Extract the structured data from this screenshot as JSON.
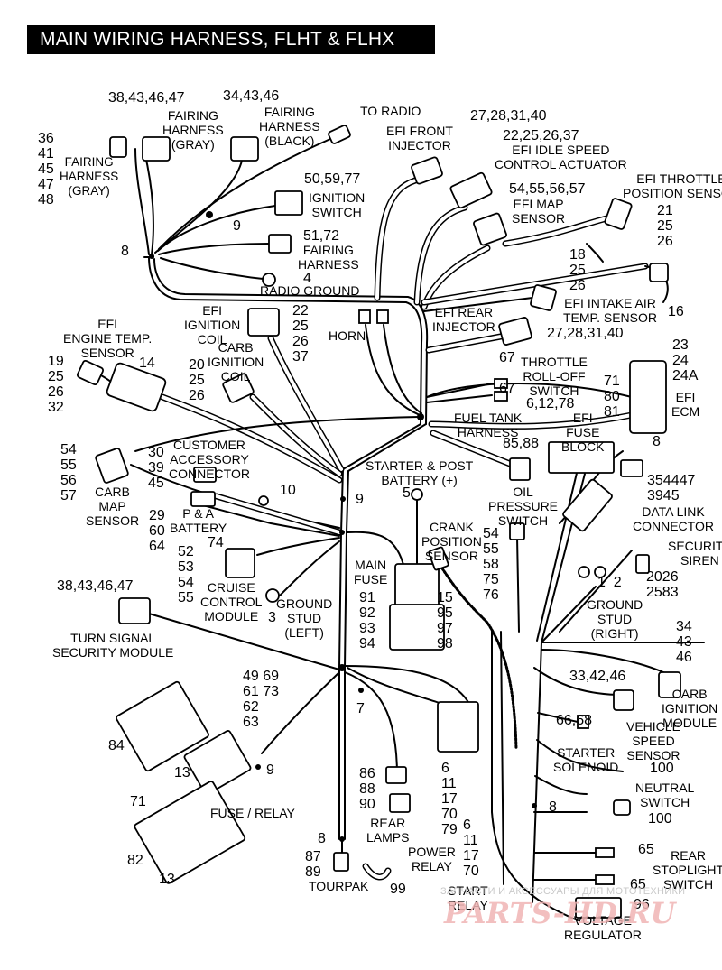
{
  "title": "MAIN WIRING HARNESS, FLHT & FLHX",
  "labels": {
    "fairing_gray_left": "FAIRING\nHARNESS\n(GRAY)",
    "fairing_gray_left_nums": "36\n41\n45\n47\n48",
    "fairing_gray_top_nums": "38,43,46,47",
    "fairing_gray_top": "FAIRING\nHARNESS\n(GRAY)",
    "fairing_black_nums": "34,43,46",
    "fairing_black": "FAIRING\nHARNESS\n(BLACK)",
    "to_radio": "TO RADIO",
    "ignition_switch_nums": "50,59,77",
    "ignition_switch": "IGNITION\nSWITCH",
    "fairing_harness_nums": "51,72",
    "fairing_harness": "FAIRING\nHARNESS",
    "radio_ground_num": "4",
    "radio_ground": "RADIO GROUND",
    "efi_front_nums": "27,28,31,40",
    "efi_front": "EFI FRONT\nINJECTOR",
    "idle_nums": "22,25,26,37",
    "idle": "EFI IDLE SPEED\nCONTROL ACTUATOR",
    "map_nums": "54,55,56,57",
    "map": "EFI MAP\nSENSOR",
    "throttle_pos": "EFI THROTTLE\nPOSITION SENSOR",
    "throttle_pos_nums": "21\n25\n26",
    "intake_nums": "18\n25\n26",
    "intake": "EFI INTAKE AIR\nTEMP. SENSOR",
    "intake_16": "16",
    "rear_injector": "EFI REAR\nINJECTOR",
    "rear_injector_nums": "27,28,31,40",
    "horn": "HORN",
    "ign_coil": "EFI\nIGNITION\nCOIL",
    "ign_coil_nums": "22\n25\n26\n37",
    "carb_coil": "CARB\nIGNITION\nCOIL",
    "carb_coil_nums": "20\n25\n26",
    "engine_temp": "EFI\nENGINE TEMP.\nSENSOR",
    "engine_temp_nums": "19\n25\n26\n32",
    "engine_temp_14": "14",
    "ecm_nums": "23\n24\n24A",
    "ecm": "EFI\nECM",
    "ecm_side_nums": "71\n80\n81",
    "ecm_8": "8",
    "throttle_roll_nums": "67\n\n67",
    "throttle_roll": "THROTTLE\nROLL-OFF\nSWITCH",
    "fuel_block_nums": "6,12,78",
    "fuel_block": "EFI\nFUSE\nBLOCK",
    "fuel_tank": "FUEL TANK\nHARNESS",
    "fuel_tank_nums": "85,88",
    "customer_acc_nums": "30\n39\n45",
    "customer_acc": "CUSTOMER\nACCESSORY\nCONNECTOR",
    "carb_map_nums": "54\n55\n56\n57",
    "carb_map": "CARB\nMAP\nSENSOR",
    "num_10": "10",
    "num_9a": "9",
    "starter_post": "STARTER & POST\nBATTERY (+)",
    "starter_5": "5",
    "pa_nums": "29\n60\n64",
    "pa": "P & A\nBATTERY",
    "cruise_74": "74",
    "cruise_nums": "52\n53\n54\n55",
    "cruise": "CRUISE\nCONTROL\nMODULE",
    "ground_left_3": "3",
    "ground_left": "GROUND\nSTUD\n(LEFT)",
    "main_fuse": "MAIN\nFUSE",
    "main_fuse_nums": "91\n92\n93\n94",
    "crank": "CRANK\nPOSITION\nSENSOR",
    "crank_nums": "15\n95\n97\n98",
    "oil": "OIL\nPRESSURE\nSWITCH",
    "oil_nums": "54\n55\n58\n75\n76",
    "data_link_nums": "354447\n3945",
    "data_link": "DATA LINK\nCONNECTOR",
    "siren": "SECURITY\nSIREN",
    "siren_nums": "2026\n2583",
    "ground_right_nums": "1  2",
    "ground_right": "GROUND\nSTUD\n(RIGHT)",
    "turn_nums": "38,43,46,47",
    "turn": "TURN SIGNAL\nSECURITY MODULE",
    "fuse_relay_nums1": "49 69\n61 73\n62\n63",
    "fuse_relay_84": "84",
    "fuse_relay_13a": "13",
    "fuse_relay_9": "9",
    "fuse_relay": "FUSE / RELAY",
    "fuse_relay_71": "71",
    "fuse_relay_82": "82",
    "fuse_relay_13b": "13",
    "num_7": "7",
    "rear_lamps_nums": "86\n88\n90",
    "rear_lamps": "REAR\nLAMPS",
    "power_relay_nums": "6\n11\n17\n70\n79",
    "power_relay": "POWER\nRELAY",
    "start_relay_nums": "6\n11\n17\n70",
    "start_relay": "START\nRELAY",
    "tourpak_8": "8",
    "tourpak_nums": "87\n89",
    "tourpak": "TOURPAK",
    "tourpak_99": "99",
    "carb_module_nums": "34\n43\n46",
    "carb_module": "CARB\nIGNITION\nMODULE",
    "vss_nums": "33,42,46",
    "vss": "VEHICLE\nSPEED\nSENSOR",
    "starter_sol_nums": "66,68",
    "starter_sol": "STARTER\nSOLENOID",
    "neutral_100a": "100",
    "neutral": "NEUTRAL\nSWITCH",
    "neutral_100b": "100",
    "num_8c": "8",
    "stoplight_65a": "65",
    "stoplight": "REAR\nSTOPLIGHT\nSWITCH",
    "stoplight_65b": "65",
    "voltage_96": "96",
    "voltage": "VOLTAGE\nREGULATOR",
    "num_8a": "8",
    "num_9b": "9",
    "num_9c": "9"
  },
  "watermark": {
    "line1": "ЗАПЧАСТИ И АКСЕССУАРЫ ДЛЯ МОТОТЕХНИКИ",
    "logo": "PARTS-HD.RU"
  }
}
